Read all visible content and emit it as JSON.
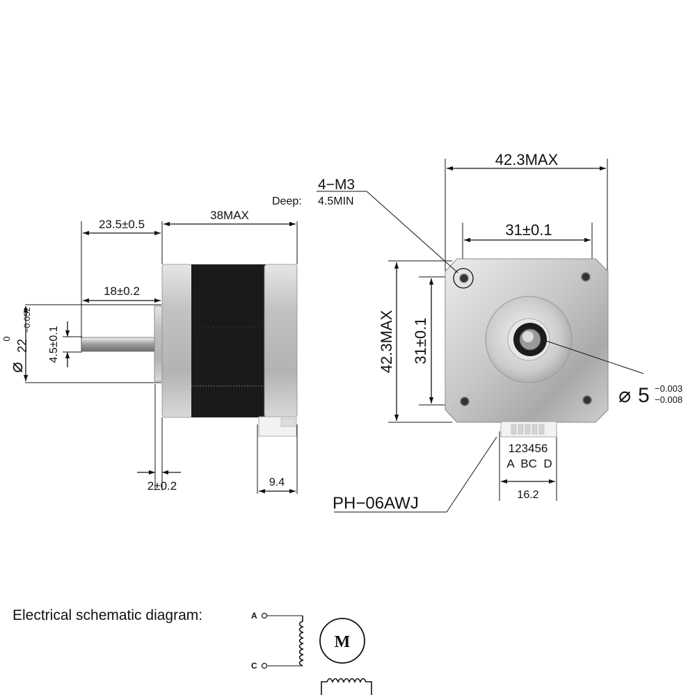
{
  "side_view": {
    "shaft_length": "23.5±0.5",
    "body_length": "38MAX",
    "flat_length": "18±0.2",
    "flat_depth": "4.5±0.1",
    "boss_dia_symbol": "⌀",
    "boss_dia_value": "22",
    "boss_tol_upper": "0",
    "boss_tol_lower": "−0.052",
    "boss_height": "2±0.2",
    "connector_offset": "9.4"
  },
  "front_view": {
    "frame_width": "42.3MAX",
    "hole_spacing_h": "31±0.1",
    "hole_spacing_v": "31±0.1",
    "frame_height": "42.3MAX",
    "thread_label": "4−M3",
    "depth_label": "Deep:",
    "depth_value": "4.5MIN",
    "shaft_dia_symbol": "⌀",
    "shaft_dia_value": "5",
    "shaft_tol_upper": "−0.003",
    "shaft_tol_lower": "−0.008",
    "pin_numbers": "123456",
    "pin_labels": "A  BC  D",
    "connector_width": "16.2",
    "connector_part": "PH−06AWJ"
  },
  "schematic": {
    "title": "Electrical schematic diagram:",
    "terminal_a": "A",
    "terminal_c": "C",
    "motor_symbol": "M"
  },
  "colors": {
    "line": "#111111",
    "motor_black": "#1a1a1a",
    "aluminum": "#c4c4c4"
  }
}
